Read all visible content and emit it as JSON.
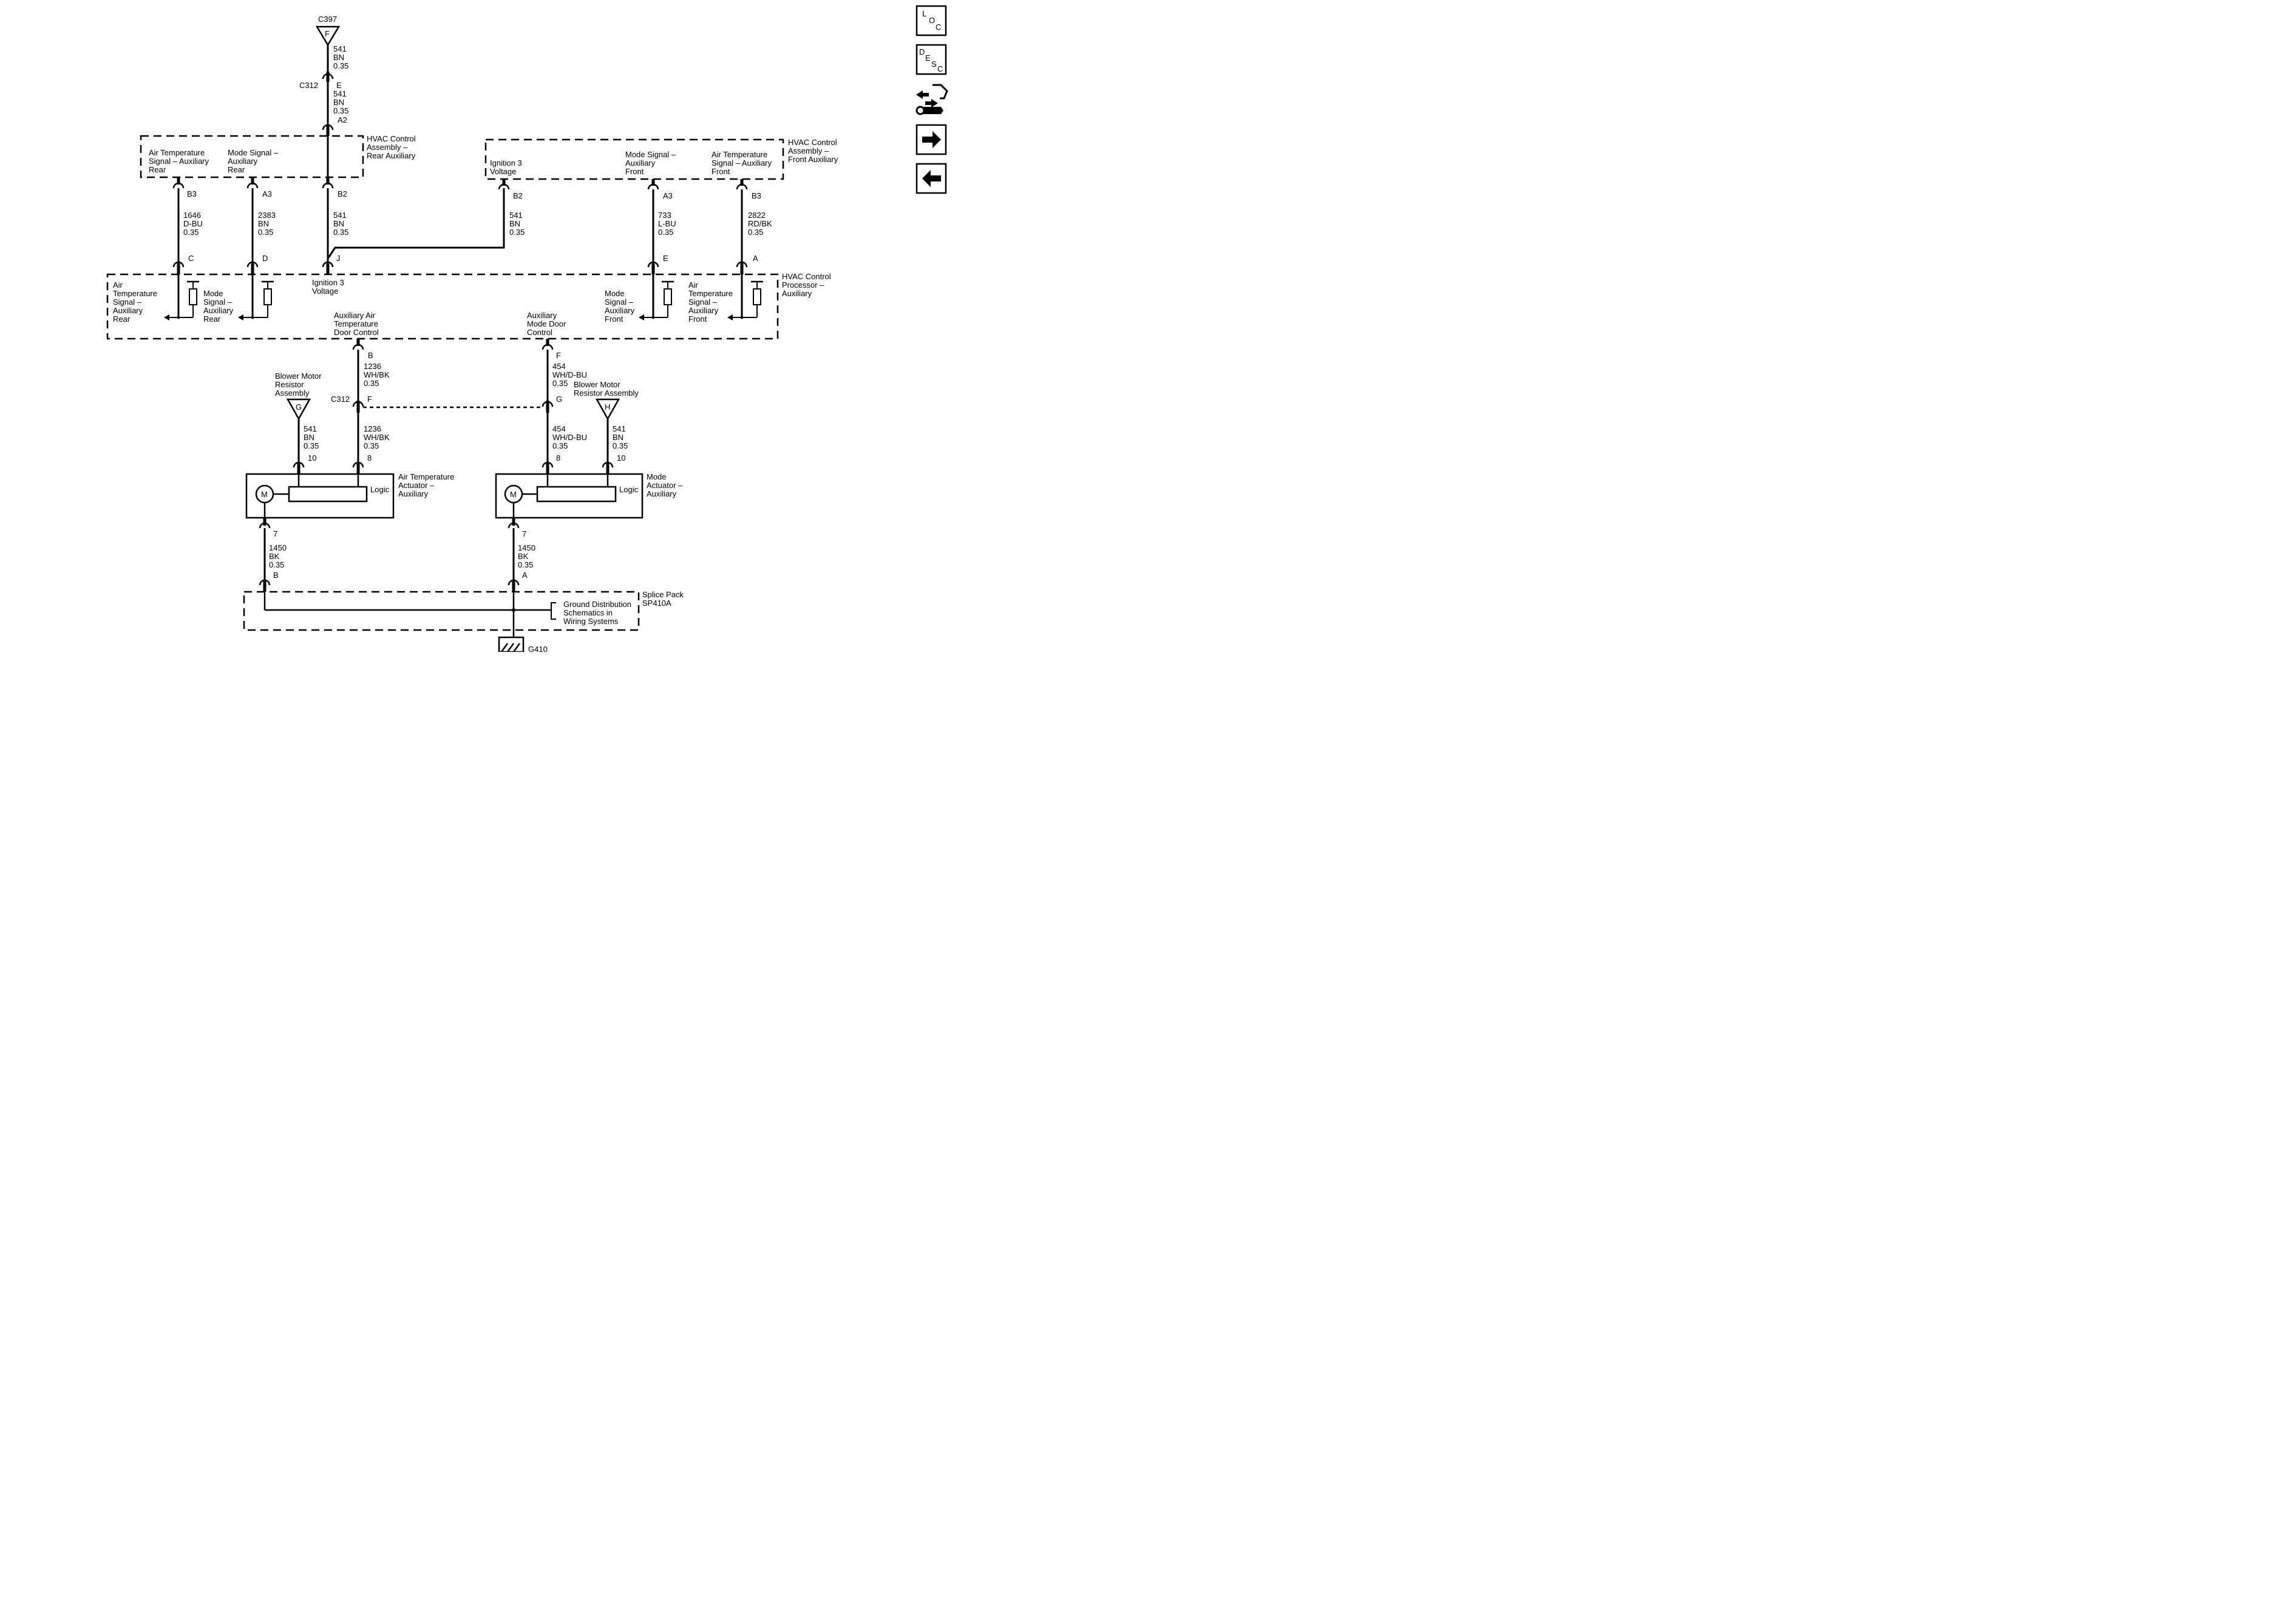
{
  "top_connector": {
    "name": "C397",
    "pin": "F"
  },
  "wires": {
    "w541_top": [
      "541",
      "BN",
      "0.35"
    ],
    "w541_mid": [
      "541",
      "BN",
      "0.35"
    ],
    "w1646": [
      "1646",
      "D-BU",
      "0.35"
    ],
    "w2383": [
      "2383",
      "BN",
      "0.35"
    ],
    "w541_rear": [
      "541",
      "BN",
      "0.35"
    ],
    "w541_front": [
      "541",
      "BN",
      "0.35"
    ],
    "w733": [
      "733",
      "L-BU",
      "0.35"
    ],
    "w2822": [
      "2822",
      "RD/BK",
      "0.35"
    ],
    "w1236_a": [
      "1236",
      "WH/BK",
      "0.35"
    ],
    "w454_a": [
      "454",
      "WH/D-BU",
      "0.35"
    ],
    "w541_bl": [
      "541",
      "BN",
      "0.35"
    ],
    "w1236_b": [
      "1236",
      "WH/BK",
      "0.35"
    ],
    "w454_b": [
      "454",
      "WH/D-BU",
      "0.35"
    ],
    "w541_br": [
      "541",
      "BN",
      "0.35"
    ],
    "w1450_l": [
      "1450",
      "BK",
      "0.35"
    ],
    "w1450_r": [
      "1450",
      "BK",
      "0.35"
    ]
  },
  "c312_top": {
    "name": "C312",
    "pin_upper": "E",
    "pin_lower": "A2"
  },
  "c312_bottom": {
    "name": "C312",
    "pin_left": "F",
    "pin_right": "G"
  },
  "hvac_rear": {
    "title": [
      "HVAC Control",
      "Assembly –",
      "Rear Auxiliary"
    ],
    "air_temp": [
      "Air Temperature",
      "Signal – Auxiliary",
      "Rear"
    ],
    "mode": [
      "Mode Signal –",
      "Auxiliary",
      "Rear"
    ],
    "pins": [
      "B3",
      "A3",
      "B2"
    ]
  },
  "hvac_front": {
    "title": [
      "HVAC Control",
      "Assembly –",
      "Front Auxiliary"
    ],
    "ignition": [
      "Ignition 3",
      "Voltage"
    ],
    "mode": [
      "Mode Signal –",
      "Auxiliary",
      "Front"
    ],
    "air_temp": [
      "Air Temperature",
      "Signal – Auxiliary",
      "Front"
    ],
    "pins": [
      "B2",
      "A3",
      "B3"
    ]
  },
  "processor": {
    "title": [
      "HVAC Control",
      "Processor –",
      "Auxiliary"
    ],
    "pins_top": [
      "C",
      "D",
      "J",
      "E",
      "A"
    ],
    "air_temp_rear": [
      "Air",
      "Temperature",
      "Signal –",
      "Auxiliary",
      "Rear"
    ],
    "mode_rear": [
      "Mode",
      "Signal –",
      "Auxiliary",
      "Rear"
    ],
    "ignition": [
      "Ignition 3",
      "Voltage"
    ],
    "mode_front": [
      "Mode",
      "Signal –",
      "Auxiliary",
      "Front"
    ],
    "air_temp_front": [
      "Air",
      "Temperature",
      "Signal –",
      "Auxiliary",
      "Front"
    ],
    "aux_air_door": [
      "Auxiliary Air",
      "Temperature",
      "Door Control"
    ],
    "aux_mode_door": [
      "Auxiliary",
      "Mode Door",
      "Control"
    ],
    "pins_bottom": [
      "B",
      "F"
    ]
  },
  "blower_left": {
    "label": [
      "Blower Motor",
      "Resistor",
      "Assembly"
    ],
    "pin": "G"
  },
  "blower_right": {
    "label": [
      "Blower Motor",
      "Resistor Assembly"
    ],
    "pin": "H"
  },
  "actuator_air": {
    "title": [
      "Air Temperature",
      "Actuator –",
      "Auxiliary"
    ],
    "logic": "Logic",
    "motor": "M",
    "pins_top": [
      "10",
      "8"
    ],
    "pin_bottom": "7"
  },
  "actuator_mode": {
    "title": [
      "Mode",
      "Actuator –",
      "Auxiliary"
    ],
    "logic": "Logic",
    "motor": "M",
    "pins_top": [
      "8",
      "10"
    ],
    "pin_bottom": "7"
  },
  "splice": {
    "title": [
      "Splice Pack",
      "SP410A"
    ],
    "pins": [
      "B",
      "A"
    ],
    "reference": [
      "Ground Distribution",
      "Schematics in",
      "Wiring Systems"
    ]
  },
  "ground": {
    "name": "G410"
  },
  "nav": {
    "loc": [
      "L",
      "O",
      "C"
    ],
    "desc": [
      "D",
      "E",
      "S",
      "C"
    ]
  },
  "colors": {
    "line": "#000000",
    "background": "#ffffff"
  }
}
